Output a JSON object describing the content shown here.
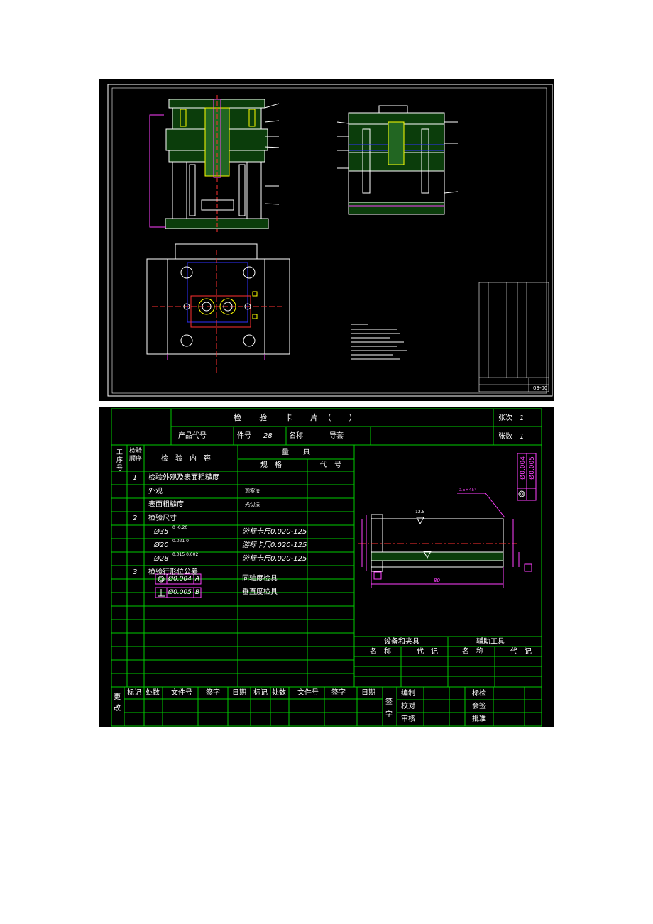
{
  "card": {
    "title": "检　　验　　卡　　片　（　　）",
    "sheet_no_label": "张次",
    "sheet_no_value": "1",
    "sheet_total_label": "张数",
    "sheet_total_value": "1",
    "product_code_label": "产品代号",
    "part_no_label": "件号",
    "part_no_value": "28",
    "name_label": "名称",
    "name_value": "导套",
    "col_process": "工序号",
    "col_check_order": "检验顺序",
    "col_content": "检　验　内　容",
    "col_gauge": "量　　具",
    "col_spec": "规　格",
    "col_code": "代　号",
    "rows": [
      {
        "order": "1",
        "content": "检验外观及表面粗糙度",
        "gauge": ""
      },
      {
        "order": "",
        "content": "外观",
        "gauge": "观察法"
      },
      {
        "order": "",
        "content": "表面粗糙度",
        "gauge": "光切法"
      },
      {
        "order": "2",
        "content": "检验尺寸",
        "gauge": ""
      },
      {
        "order": "",
        "content": "Ø35",
        "gauge": "游标卡尺0.020-125"
      },
      {
        "order": "",
        "content": "Ø20",
        "gauge": "游标卡尺0.020-125"
      },
      {
        "order": "",
        "content": "Ø28",
        "gauge": "游标卡尺0.020-125"
      },
      {
        "order": "3",
        "content": "检验行形位公差",
        "gauge": ""
      },
      {
        "order": "",
        "content": "Ø0.004 A",
        "gauge": "同轴度检具"
      },
      {
        "order": "",
        "content": "Ø0.005 B",
        "gauge": "垂直度检具"
      }
    ],
    "tol1": "Ø0.004",
    "tol1_datum": "A",
    "tol2": "Ø0.005",
    "tol2_datum": "B",
    "equip_header": "设备和夹具",
    "aux_header": "辅助工具",
    "equip_name": "名　称",
    "equip_code": "代　记",
    "aux_name": "名　称",
    "aux_code": "代　记",
    "change_label": "更改",
    "change_cols": [
      "标记",
      "处数",
      "文件号",
      "签字",
      "日期",
      "标记",
      "处数",
      "文件号",
      "签字",
      "日期"
    ],
    "sign_label": "签字",
    "sign_rows": [
      "编制",
      "校对",
      "审核"
    ],
    "approve_rows": [
      "标检",
      "会签",
      "批准"
    ],
    "dim_chamfer": "0.5×45°",
    "dim_rough": "12.5",
    "dim_length": "80",
    "sub_35": "0 -0.20",
    "sub_20": "0.021 0",
    "sub_28": "0.015 0.002"
  },
  "drawing": {
    "title_block_code": "03-00"
  }
}
